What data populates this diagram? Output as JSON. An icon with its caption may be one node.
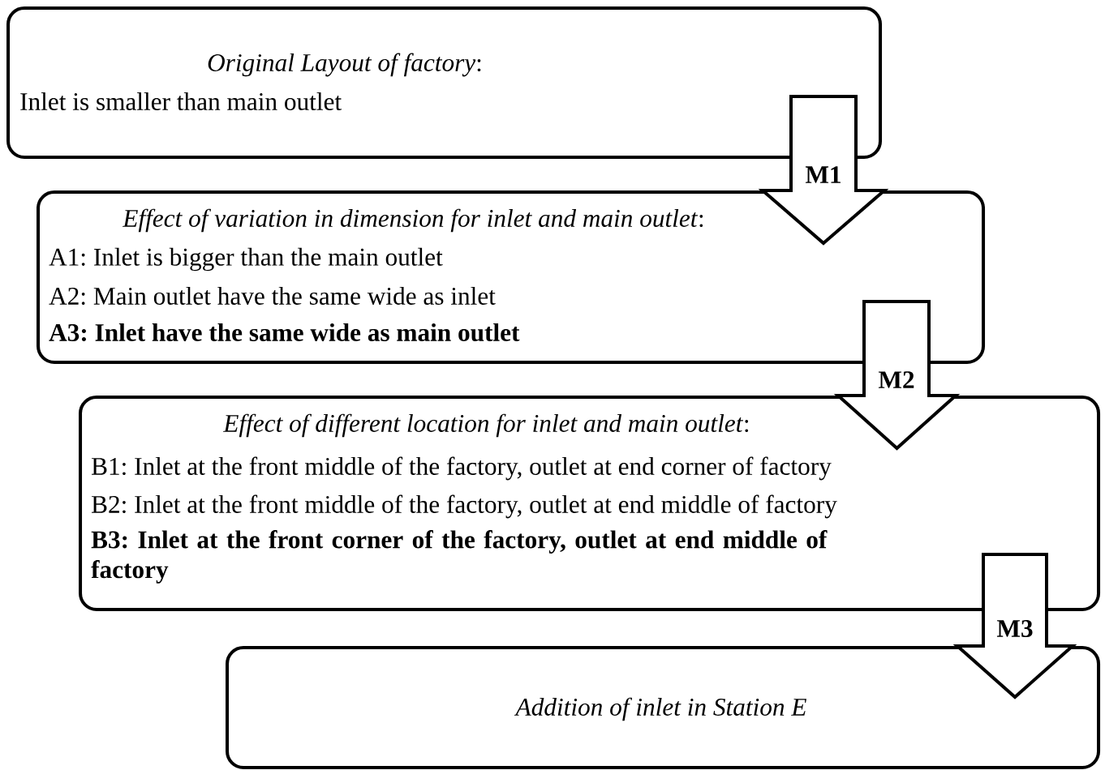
{
  "diagram": {
    "nodes": [
      {
        "text": [
          "*Original Layout of factory*:",
          "Inlet is smaller than main outlet"
        ]
      },
      {
        "text": [
          "*Effect of variation in dimension for inlet and main outlet*:",
          "A1: Inlet is bigger than the main outlet",
          "A2: Main outlet have the same wide as inlet",
          "**A3: Inlet have the same wide as main outlet**"
        ]
      },
      {
        "text": [
          "*Effect of different location for inlet and main outlet*:",
          "B1: Inlet at the front middle of the factory, outlet at end corner of factory",
          "B2: Inlet at the front middle of the factory, outlet at end middle of factory",
          "**B3: Inlet at the front corner of the factory, outlet at end middle of factory**"
        ]
      },
      {
        "text": [
          "*Addition of inlet in Station E*"
        ]
      }
    ],
    "edges": [
      {
        "from": 0,
        "to": 1,
        "arrow": "to",
        "label": "M1"
      },
      {
        "from": 1,
        "to": 2,
        "arrow": "to",
        "label": "M2"
      },
      {
        "from": 2,
        "to": 3,
        "arrow": "to",
        "label": "M3"
      }
    ]
  }
}
